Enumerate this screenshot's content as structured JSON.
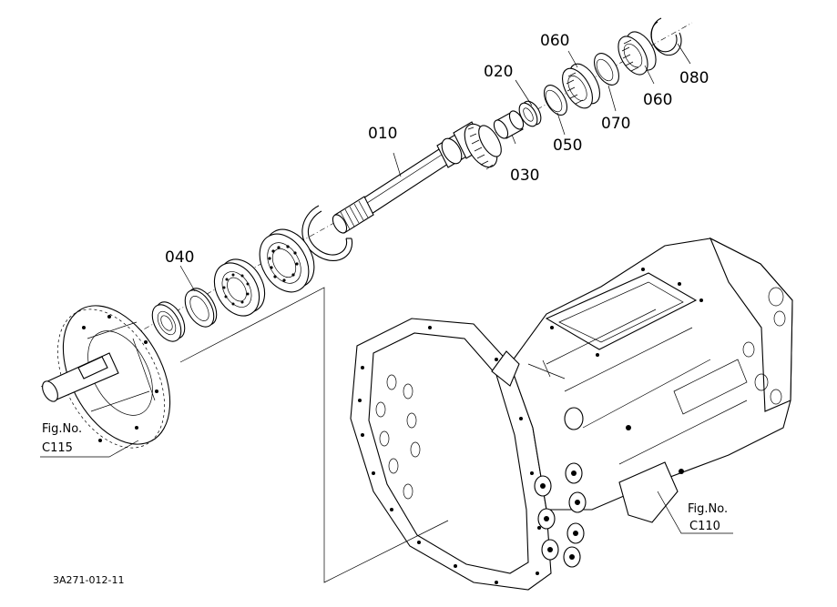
{
  "parts": {
    "p010": "010",
    "p020": "020",
    "p030": "030",
    "p040": "040",
    "p050": "050",
    "p060a": "060",
    "p060b": "060",
    "p070": "070",
    "p080": "080"
  },
  "references": {
    "left_prefix": "Fig.No.",
    "left_number": "C115",
    "right_prefix": "Fig.No.",
    "right_number": "C110"
  },
  "drawing_code": "3A271-012-11"
}
